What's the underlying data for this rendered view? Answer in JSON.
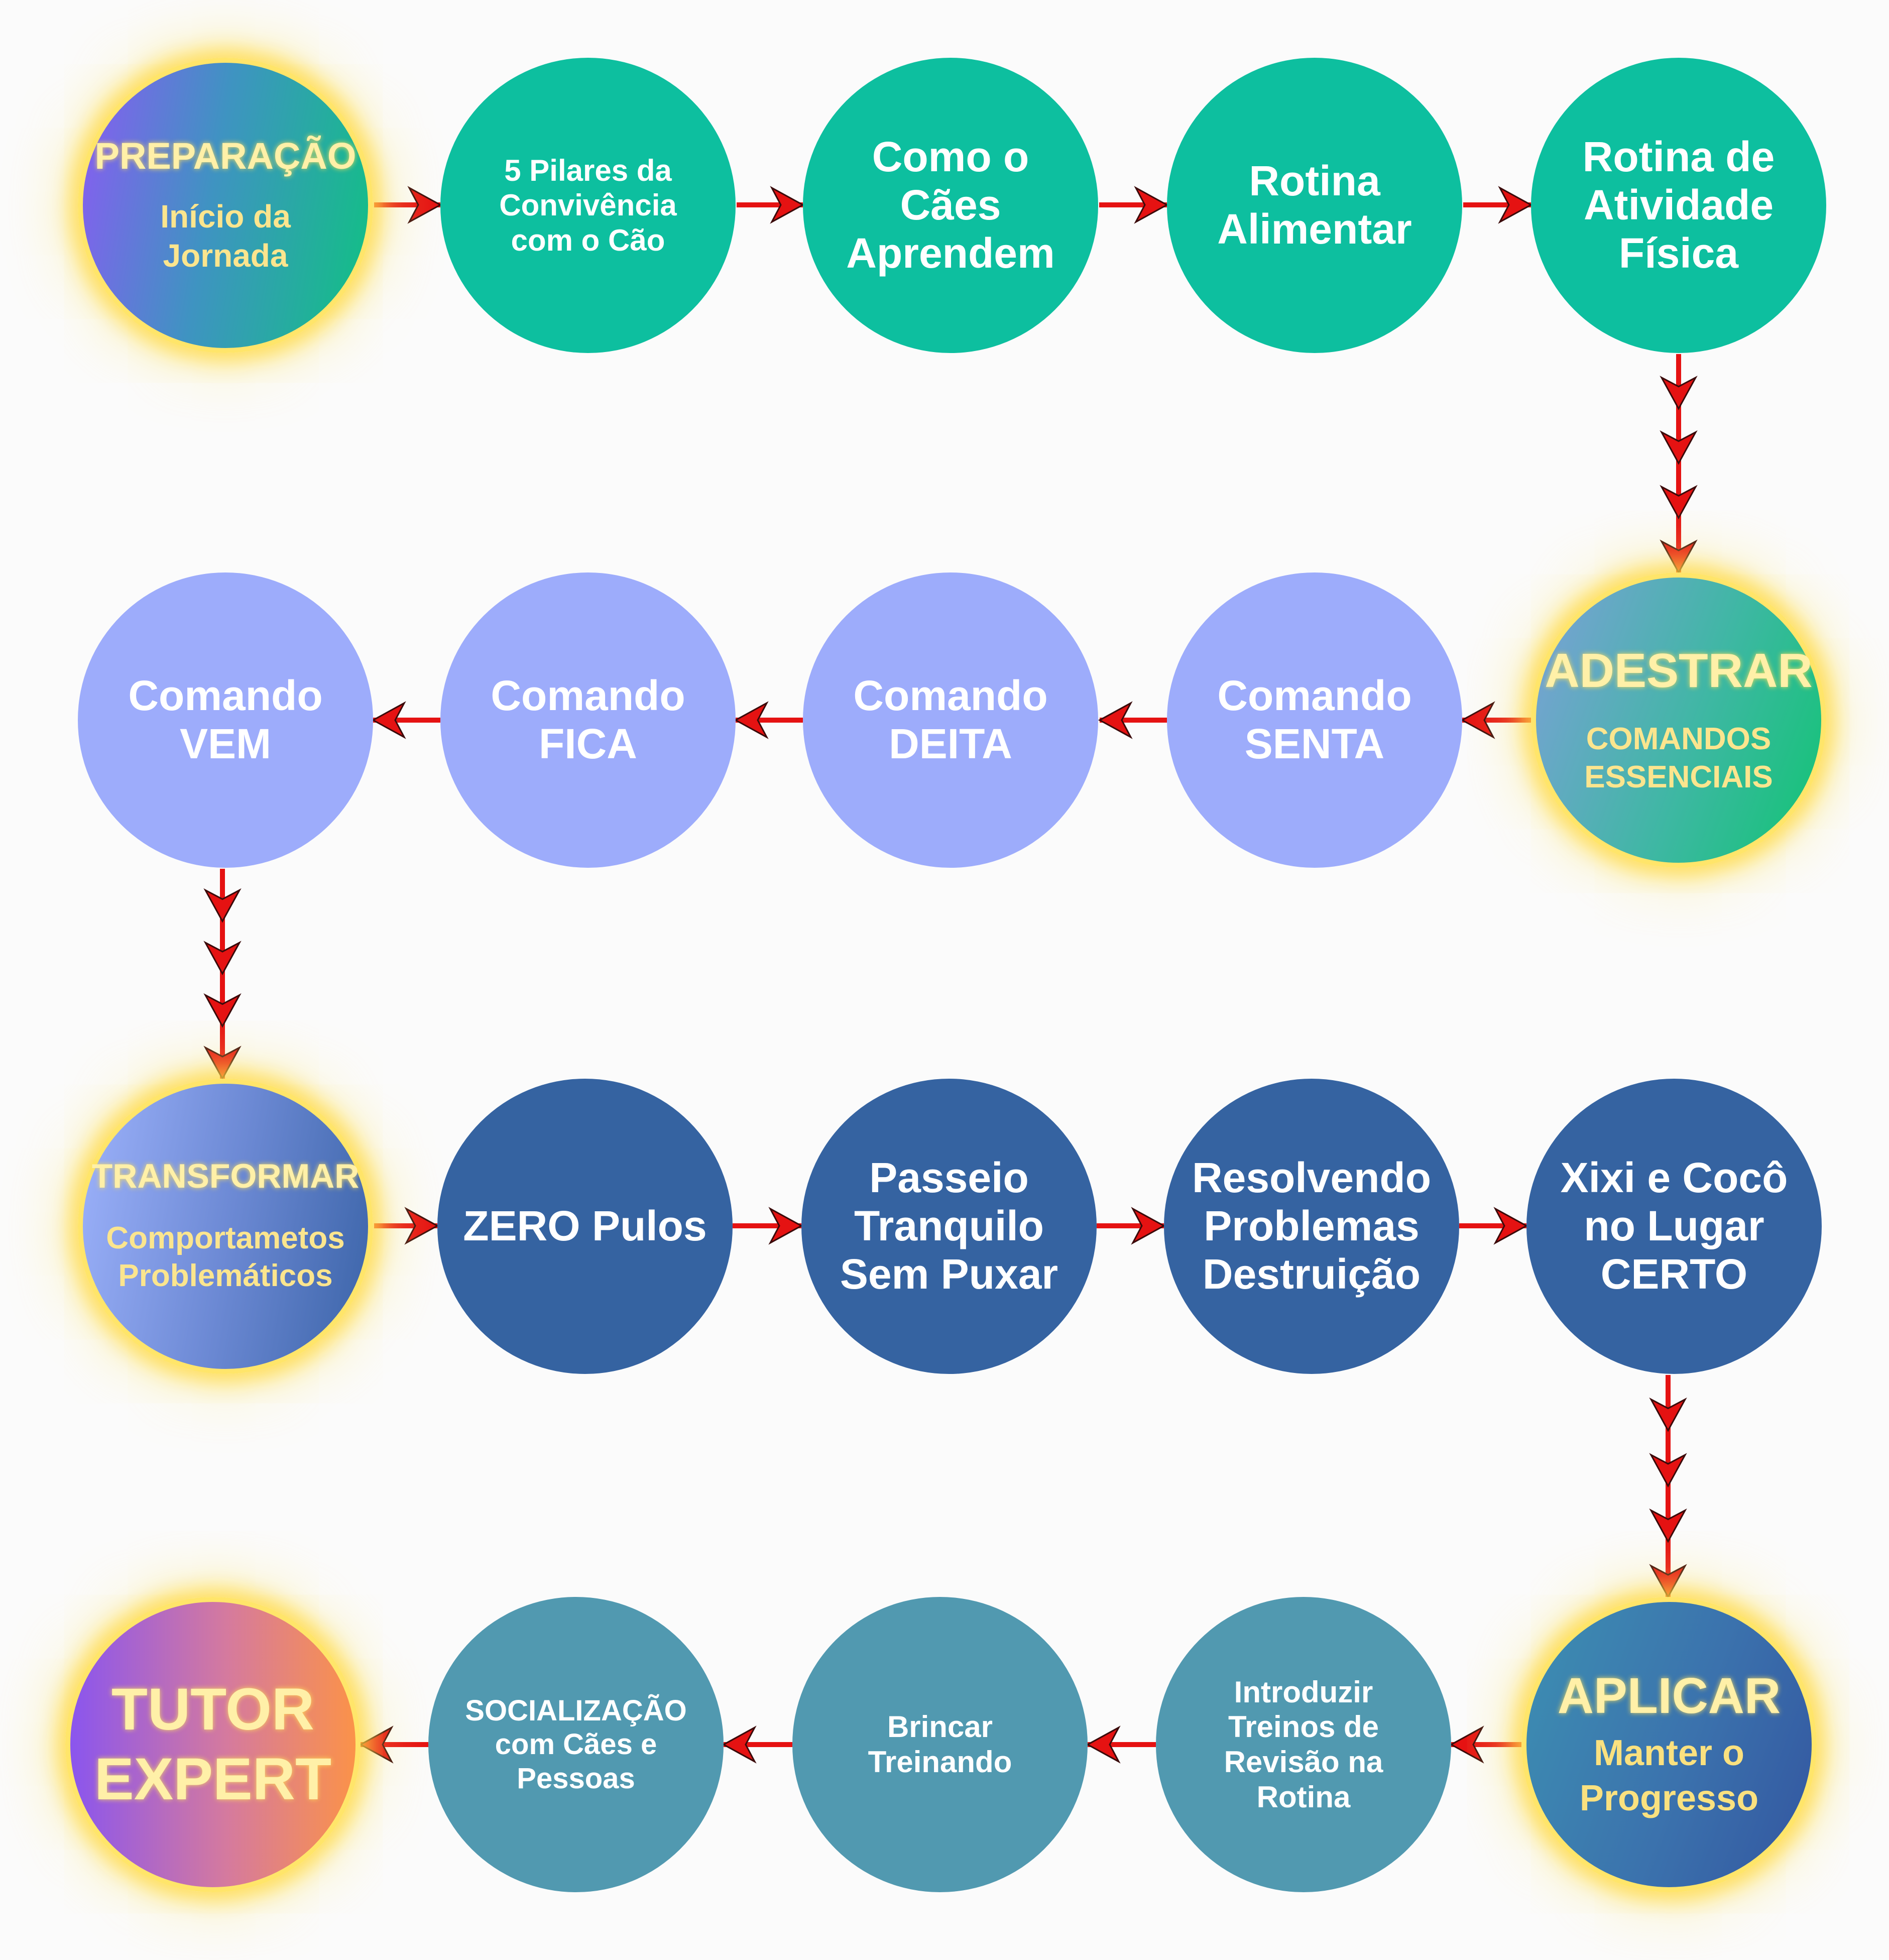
{
  "colors": {
    "row1": "#0dbf9f",
    "row2": "#9dacfb",
    "row3": "#3563a1",
    "row4": "#5199b0",
    "arrow": "#e51212",
    "glow": "#ffe56a"
  },
  "rows": [
    {
      "nodes": [
        {
          "text": "PREPARAÇÃO",
          "sub": "Início da\nJornada"
        },
        {
          "text": "5 Pilares da\nConvivência\ncom o Cão"
        },
        {
          "text": "Como o\nCães\nAprendem"
        },
        {
          "text": "Rotina\nAlimentar"
        },
        {
          "text": "Rotina de\nAtividade\nFísica"
        }
      ]
    },
    {
      "nodes": [
        {
          "text": "Comando\nVEM"
        },
        {
          "text": "Comando\nFICA"
        },
        {
          "text": "Comando\nDEITA"
        },
        {
          "text": "Comando\nSENTA"
        },
        {
          "text": "ADESTRAR",
          "sub": "COMANDOS\nESSENCIAIS"
        }
      ]
    },
    {
      "nodes": [
        {
          "text": "TRANSFORMAR",
          "sub": "Comportametos\nProblemáticos"
        },
        {
          "text": "ZERO Pulos"
        },
        {
          "text": "Passeio\nTranquilo\nSem Puxar"
        },
        {
          "text": "Resolvendo\nProblemas\nDestruição"
        },
        {
          "text": "Xixi e Cocô\nno Lugar\nCERTO"
        }
      ]
    },
    {
      "nodes": [
        {
          "text": "TUTOR\nEXPERT"
        },
        {
          "text": "SOCIALIZAÇÃO\ncom Cães e\nPessoas"
        },
        {
          "text": "Brincar\nTreinando"
        },
        {
          "text": "Introduzir\nTreinos de\nRevisão na\nRotina"
        },
        {
          "text": "APLICAR",
          "sub": "Manter o\nProgresso"
        }
      ]
    }
  ]
}
